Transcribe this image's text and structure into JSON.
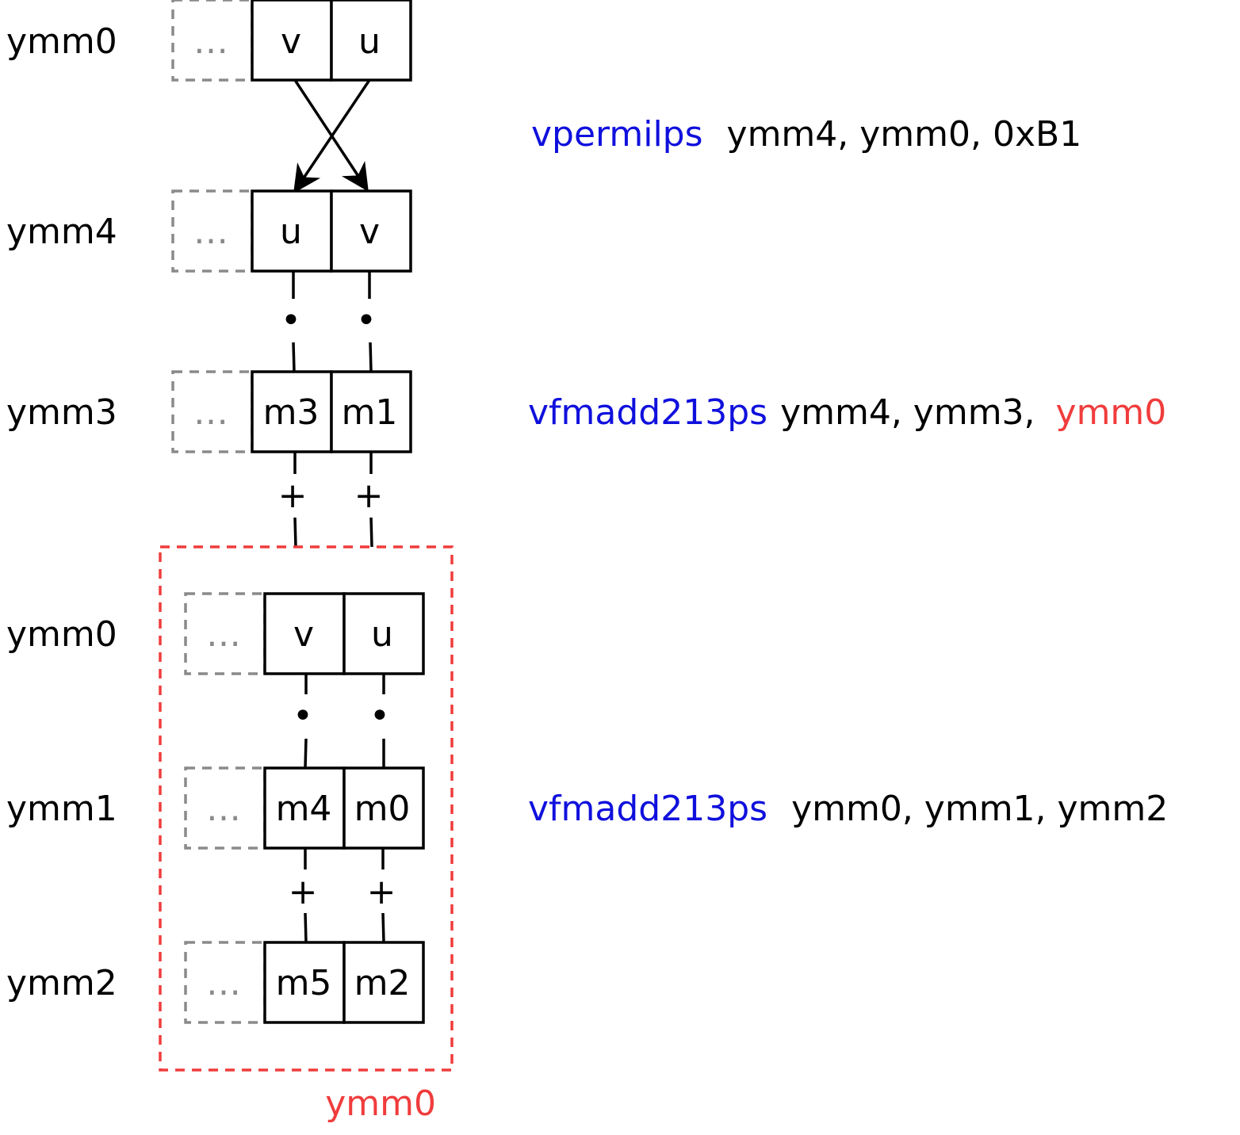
{
  "colors": {
    "mnemonic": "#1010dd",
    "operand": "#000000",
    "highlight": "#f03c3c",
    "ellipsis": "#8a8a8a",
    "line": "#000000"
  },
  "registers": [
    {
      "label": "ymm0",
      "ellipsis": "…",
      "cells": [
        "v",
        "u"
      ]
    },
    {
      "label": "ymm4",
      "ellipsis": "…",
      "cells": [
        "u",
        "v"
      ]
    },
    {
      "label": "ymm3",
      "ellipsis": "…",
      "cells": [
        "m3",
        "m1"
      ]
    },
    {
      "label": "ymm0",
      "ellipsis": "…",
      "cells": [
        "v",
        "u"
      ]
    },
    {
      "label": "ymm1",
      "ellipsis": "…",
      "cells": [
        "m4",
        "m0"
      ]
    },
    {
      "label": "ymm2",
      "ellipsis": "…",
      "cells": [
        "m5",
        "m2"
      ]
    }
  ],
  "operators": {
    "multiply": "•",
    "add": "+"
  },
  "instructions": [
    {
      "mnemonic": "vpermilps",
      "operands": "ymm4, ymm0, 0xB1",
      "highlight": ""
    },
    {
      "mnemonic": "vfmadd213ps",
      "operands": "ymm4, ymm3, ",
      "highlight": "ymm0"
    },
    {
      "mnemonic": "vfmadd213ps",
      "operands": "ymm0, ymm1, ymm2",
      "highlight": ""
    }
  ],
  "group": {
    "label": "ymm0"
  }
}
